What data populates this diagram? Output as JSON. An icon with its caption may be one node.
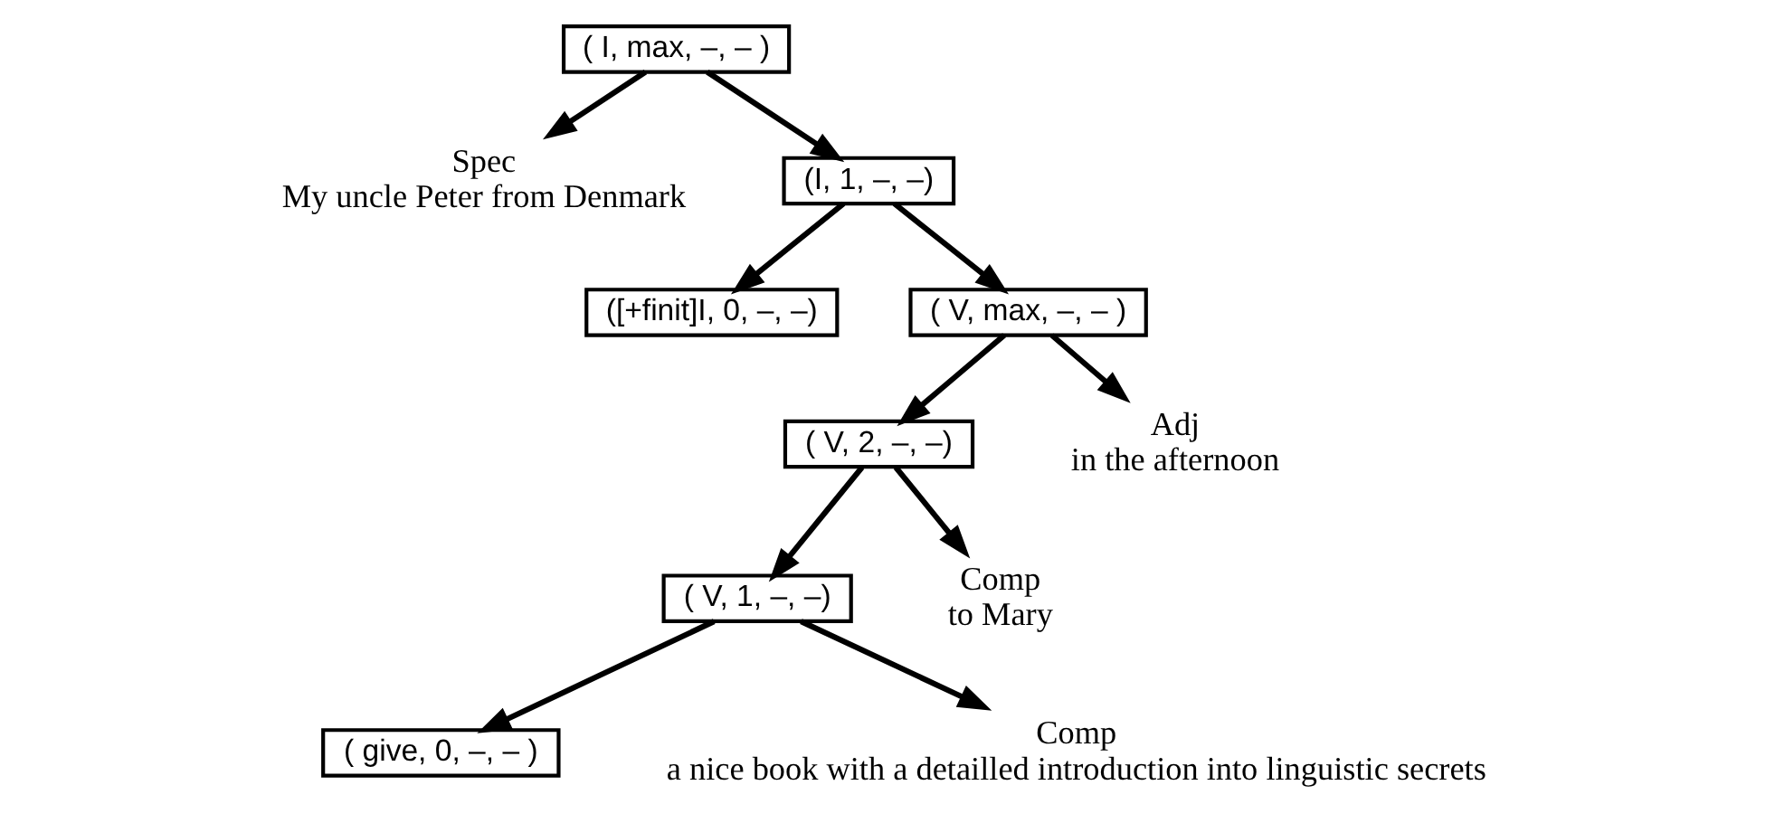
{
  "diagram": {
    "nodes": [
      {
        "text": [
          "( I, max, –, – )"
        ]
      },
      {
        "text": [
          "Spec",
          "My uncle Peter from Denmark"
        ]
      },
      {
        "text": [
          "(I, 1, –, –)"
        ]
      },
      {
        "text": [
          "([+finit]I, 0, –, –)"
        ]
      },
      {
        "text": [
          "( V, max, –, – )"
        ]
      },
      {
        "text": [
          "( V, 2, –, –)"
        ]
      },
      {
        "text": [
          "Adj",
          "in the afternoon"
        ]
      },
      {
        "text": [
          "( V, 1, –, –)"
        ]
      },
      {
        "text": [
          "Comp",
          "to Mary"
        ]
      },
      {
        "text": [
          "( give, 0, –, – )"
        ]
      },
      {
        "text": [
          "Comp",
          "a nice book with a detailled introduction into linguistic secrets"
        ]
      }
    ],
    "edges": [
      {
        "from": 0,
        "to": 1,
        "arrow": "to"
      },
      {
        "from": 0,
        "to": 2,
        "arrow": "to"
      },
      {
        "from": 2,
        "to": 3,
        "arrow": "to"
      },
      {
        "from": 2,
        "to": 4,
        "arrow": "to"
      },
      {
        "from": 4,
        "to": 5,
        "arrow": "to"
      },
      {
        "from": 4,
        "to": 6,
        "arrow": "to"
      },
      {
        "from": 5,
        "to": 7,
        "arrow": "to"
      },
      {
        "from": 5,
        "to": 8,
        "arrow": "to"
      },
      {
        "from": 7,
        "to": 9,
        "arrow": "to"
      },
      {
        "from": 7,
        "to": 10,
        "arrow": "to"
      }
    ]
  }
}
